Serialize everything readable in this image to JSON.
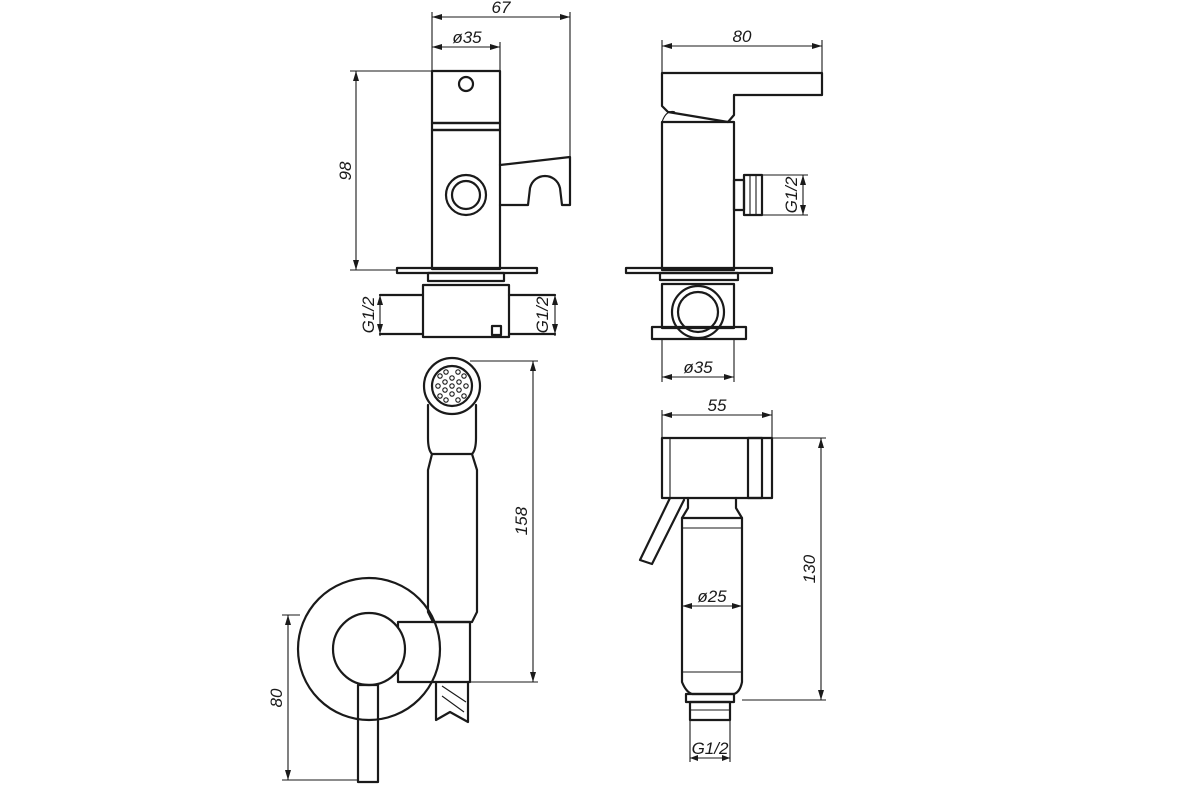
{
  "dimensions": {
    "front_width": "67",
    "front_diameter": "ø35",
    "front_height": "98",
    "front_inlet_left": "G1/2",
    "front_inlet_right": "G1/2",
    "side_width": "80",
    "side_outlet_thread": "G1/2",
    "side_base_diameter": "ø35",
    "install_shower_length": "158",
    "install_depth": "80",
    "shower_width": "55",
    "shower_length": "130",
    "shower_diameter": "ø25",
    "shower_thread": "G1/2"
  }
}
